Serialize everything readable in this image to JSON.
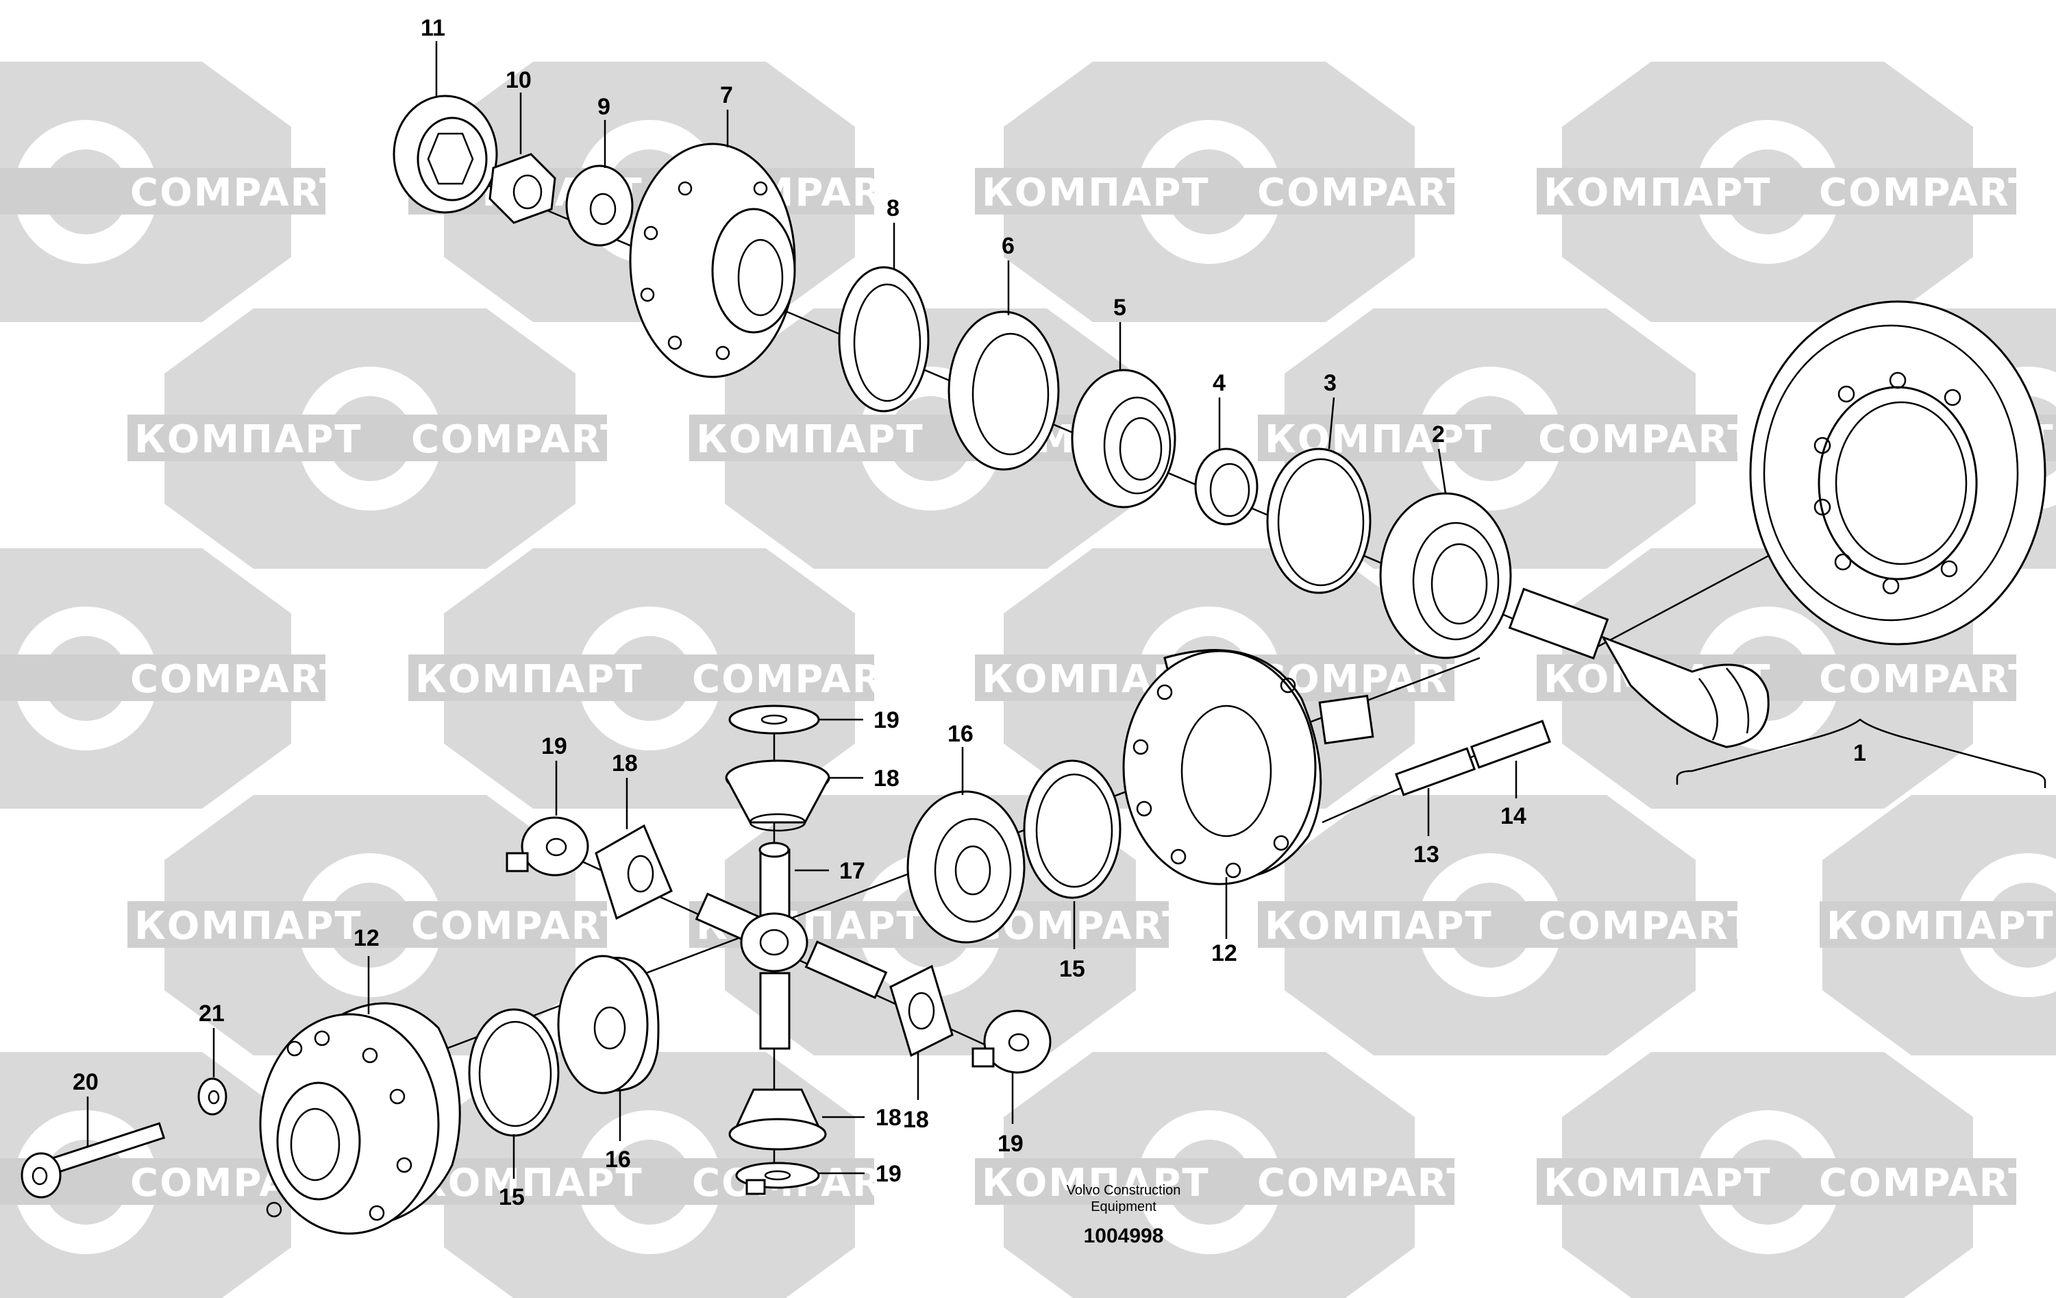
{
  "watermark": {
    "left_text": "КОМПАРТ",
    "right_text": "COMPART",
    "tile_color": "#d9d9d9",
    "band_color": "#cfcfcf"
  },
  "callouts": {
    "c1": "1",
    "c2": "2",
    "c3": "3",
    "c4": "4",
    "c5": "5",
    "c6": "6",
    "c7": "7",
    "c8": "8",
    "c9": "9",
    "c10": "10",
    "c11": "11",
    "c12a": "12",
    "c12b": "12",
    "c13": "13",
    "c14": "14",
    "c15a": "15",
    "c15b": "15",
    "c16a": "16",
    "c16b": "16",
    "c17": "17",
    "c18a": "18",
    "c18b": "18",
    "c18c": "18",
    "c19a": "19",
    "c19b": "19",
    "c19c": "19",
    "c19d": "19",
    "c20": "20",
    "c21": "21"
  },
  "caption": {
    "line1": "Volvo Construction",
    "line2": "Equipment"
  },
  "figure_id": "1004998"
}
